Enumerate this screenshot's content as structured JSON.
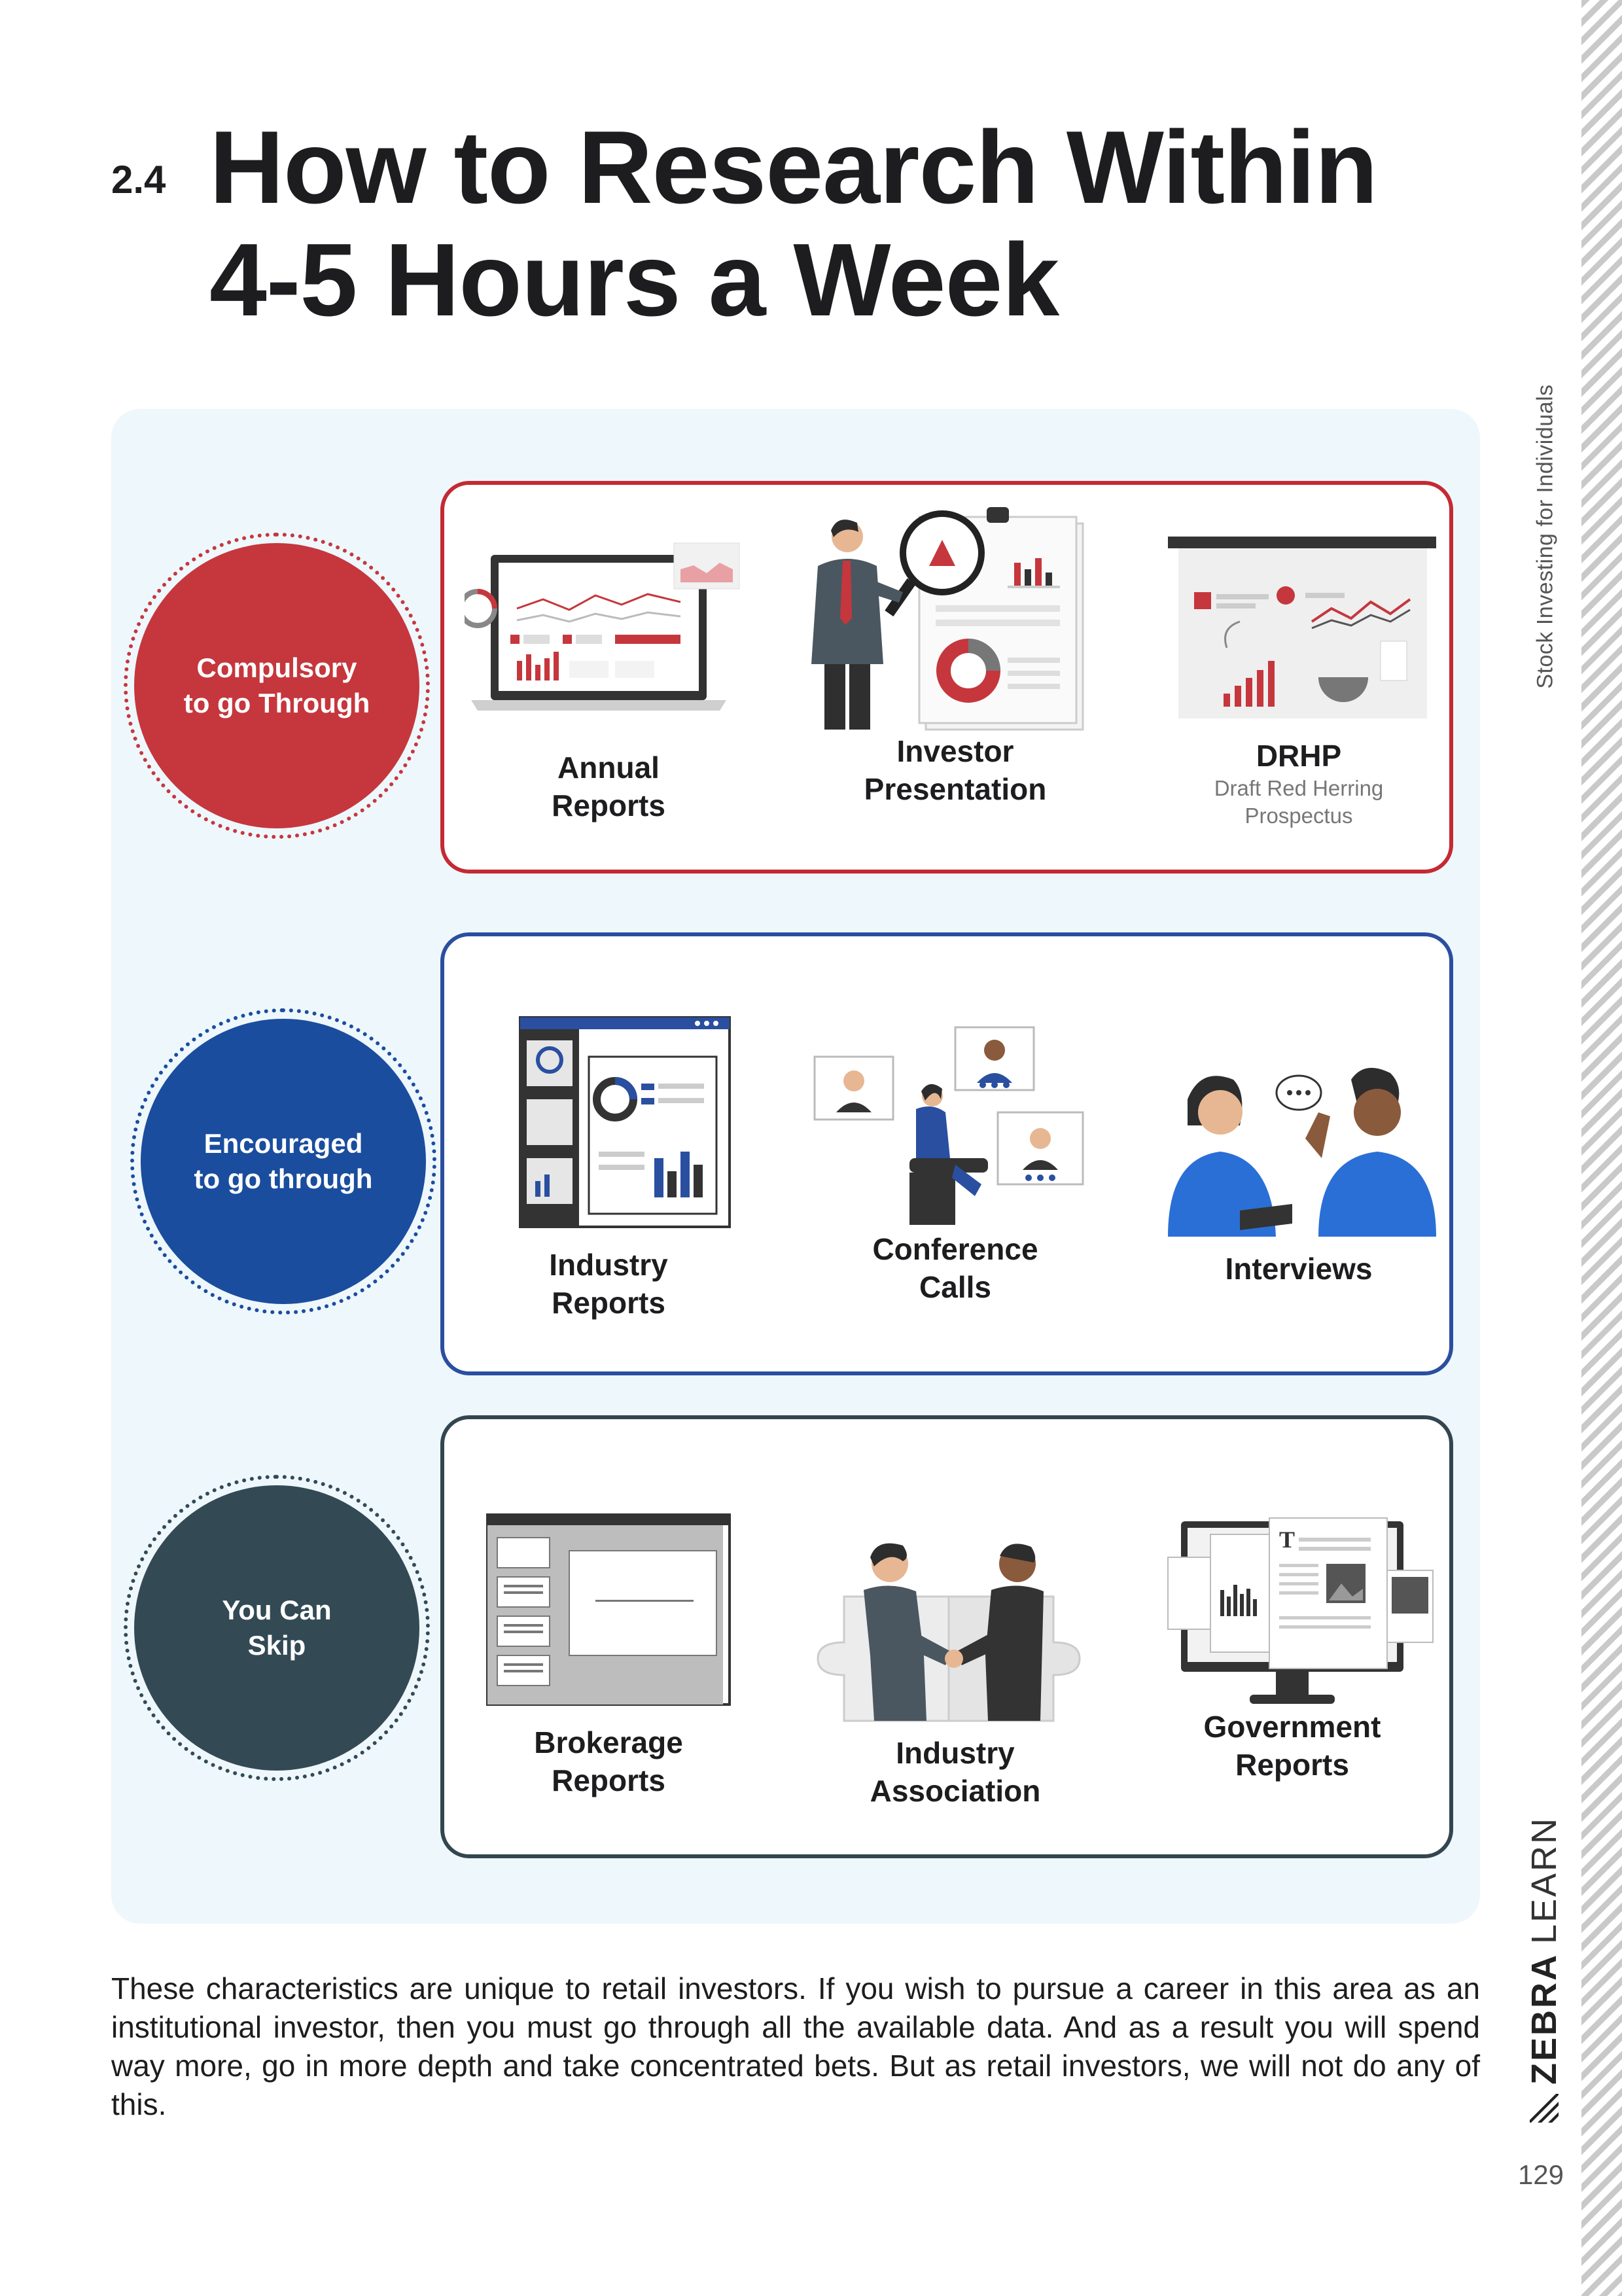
{
  "header": {
    "section_number": "2.4",
    "title_line1": "How to Research Within",
    "title_line2": "4-5 Hours a Week"
  },
  "side": {
    "book_title": "Stock Investing for Individuals",
    "brand_bold": "ZEBRA",
    "brand_light": "LEARN",
    "page_number": "129"
  },
  "tiers": [
    {
      "circle_label_1": "Compulsory",
      "circle_label_2": "to go Through",
      "color": "#c5373d",
      "items": [
        {
          "label_1": "Annual",
          "label_2": "Reports",
          "icon": "laptop-report-icon"
        },
        {
          "label_1": "Investor",
          "label_2": "Presentation",
          "icon": "presenter-magnifier-icon"
        },
        {
          "label_1": "DRHP",
          "label_2": "",
          "sub_1": "Draft Red Herring",
          "sub_2": "Prospectus",
          "icon": "whiteboard-chart-icon"
        }
      ]
    },
    {
      "circle_label_1": "Encouraged",
      "circle_label_2": "to go through",
      "color": "#1a4d9e",
      "items": [
        {
          "label_1": "Industry",
          "label_2": "Reports",
          "icon": "dashboard-window-icon"
        },
        {
          "label_1": "Conference",
          "label_2": "Calls",
          "icon": "video-call-icon"
        },
        {
          "label_1": "Interviews",
          "label_2": "",
          "icon": "interview-people-icon"
        }
      ]
    },
    {
      "circle_label_1": "You Can",
      "circle_label_2": "Skip",
      "color": "#334a55",
      "items": [
        {
          "label_1": "Brokerage",
          "label_2": "Reports",
          "icon": "browser-document-icon"
        },
        {
          "label_1": "Industry",
          "label_2": "Association",
          "icon": "handshake-puzzle-icon"
        },
        {
          "label_1": "Government",
          "label_2": "Reports",
          "icon": "monitor-newspaper-icon"
        }
      ]
    }
  ],
  "body": {
    "paragraph": "These characteristics are unique to retail investors. If you wish to pursue a career in this area as an institutional investor, then you must go through all the available data. And as a result you will spend way more, go in more depth and take concentrated bets. But as retail investors, we will not do any of this."
  }
}
